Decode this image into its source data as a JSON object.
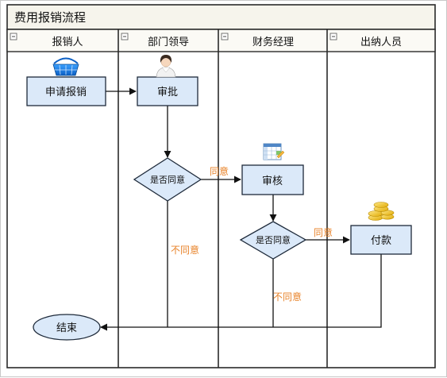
{
  "pool": {
    "title": "费用报销流程"
  },
  "lanes": [
    {
      "label": "报销人"
    },
    {
      "label": "部门领导"
    },
    {
      "label": "财务经理"
    },
    {
      "label": "出纳人员"
    }
  ],
  "nodes": {
    "apply": {
      "label": "申请报销",
      "icon": "shopping-basket-icon"
    },
    "approve": {
      "label": "审批",
      "icon": "person-avatar-icon"
    },
    "decision1": {
      "label": "是否同意"
    },
    "review": {
      "label": "审核",
      "icon": "spreadsheet-icon"
    },
    "decision2": {
      "label": "是否同意"
    },
    "pay": {
      "label": "付款",
      "icon": "gold-coins-icon"
    },
    "end": {
      "label": "结束"
    }
  },
  "edges": {
    "d1_yes": "同意",
    "d1_no": "不同意",
    "d2_yes": "同意",
    "d2_no": "不同意"
  },
  "colors": {
    "node_fill": "#dbe9f9",
    "node_stroke": "#1e2a3a",
    "edge_label": "#e8832a",
    "lane_border": "#2a2a2a",
    "title_bg": "#f6f4ec"
  }
}
